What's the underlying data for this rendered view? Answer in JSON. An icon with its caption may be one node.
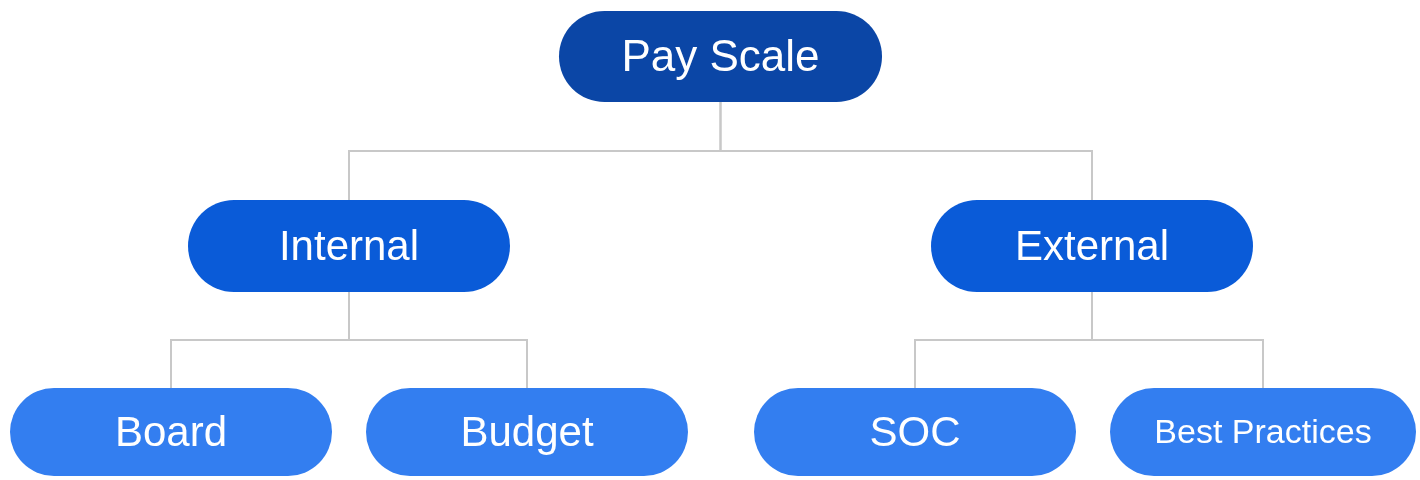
{
  "diagram": {
    "nodes": [
      {
        "text": [
          "Pay Scale"
        ]
      },
      {
        "text": [
          "Internal"
        ]
      },
      {
        "text": [
          "External"
        ]
      },
      {
        "text": [
          "Board"
        ]
      },
      {
        "text": [
          "Budget"
        ]
      },
      {
        "text": [
          "SOC"
        ]
      },
      {
        "text": [
          "Best Practices"
        ]
      }
    ],
    "edges": [
      {
        "from": 0,
        "to": 1,
        "arrow": "none"
      },
      {
        "from": 0,
        "to": 2,
        "arrow": "none"
      },
      {
        "from": 1,
        "to": 3,
        "arrow": "none"
      },
      {
        "from": 1,
        "to": 4,
        "arrow": "none"
      },
      {
        "from": 2,
        "to": 5,
        "arrow": "none"
      },
      {
        "from": 2,
        "to": 6,
        "arrow": "none"
      }
    ]
  }
}
